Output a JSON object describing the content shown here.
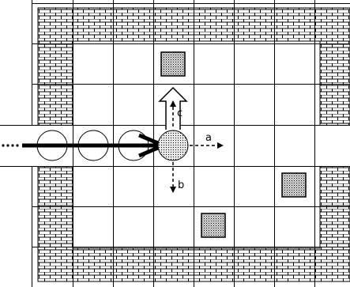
{
  "diagram": {
    "arrow_labels": {
      "a": "a",
      "b": "b",
      "c": "c"
    },
    "grid": {
      "cols": 8,
      "rows": 7
    },
    "colors": {
      "line": "#000000",
      "brick_fill": "#ffffff",
      "block_fill": "#b0b0b0",
      "ball_fill": "#b8b8b8"
    }
  }
}
